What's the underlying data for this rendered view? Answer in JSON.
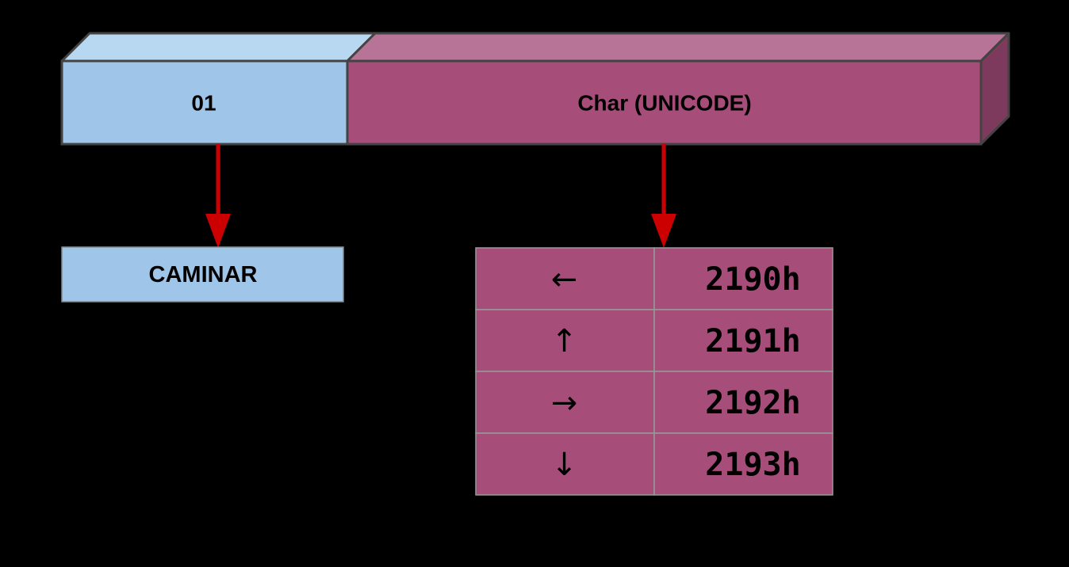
{
  "colors": {
    "background": "#000000",
    "blue_front": "#9fc5e8",
    "blue_top": "#b8d7f0",
    "magenta_front": "#a64d79",
    "magenta_top": "#b87496",
    "magenta_side": "#7e3a5c",
    "arrow_red": "#cc0000",
    "outline": "#434343",
    "table_grid": "#999999"
  },
  "bar": {
    "opcode_label": "01",
    "payload_label": "Char (UNICODE)"
  },
  "result": {
    "label": "CAMINAR"
  },
  "unicode_table": {
    "rows": [
      {
        "glyph": "←",
        "glyph_icon": "left-arrow-icon",
        "code": "2190h"
      },
      {
        "glyph": "↑",
        "glyph_icon": "up-arrow-icon",
        "code": "2191h"
      },
      {
        "glyph": "→",
        "glyph_icon": "right-arrow-icon",
        "code": "2192h"
      },
      {
        "glyph": "↓",
        "glyph_icon": "down-arrow-icon",
        "code": "2193h"
      }
    ]
  }
}
